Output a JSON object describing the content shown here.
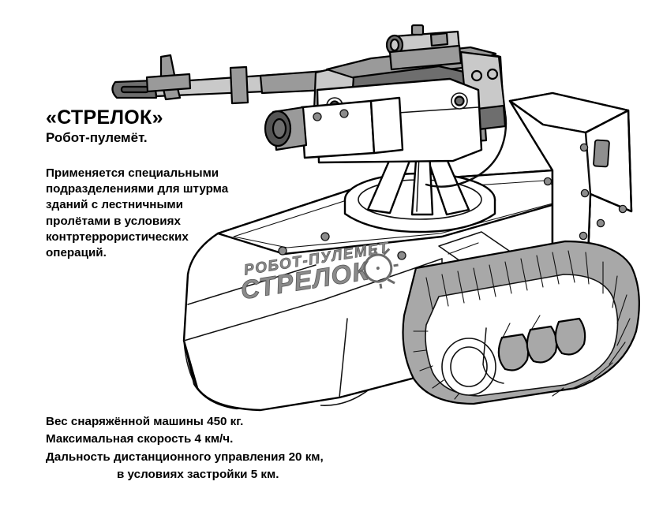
{
  "document": {
    "language": "ru",
    "background_color": "#ffffff",
    "kind": "technical-illustration"
  },
  "title_block": {
    "title": "«СТРЕЛОК»",
    "subtitle": "Робот-пулемёт."
  },
  "description": {
    "lines": [
      "Применяется специальными",
      "подразделениями для штурма",
      "зданий с лестничными",
      "пролётами в условиях",
      "контртеррористических",
      "операций."
    ]
  },
  "specifications": {
    "lines": [
      "Вес снаряжённой машины 450 кг.",
      "Максимальная скорость 4 км/ч.",
      "Дальность дистанционного управления 20 км,",
      "в условиях застройки 5 км."
    ],
    "weight_kg": "450",
    "max_speed_kmh": "4",
    "control_range_km": "20",
    "control_range_urban_km": "5"
  },
  "illustration": {
    "name": "robot-machine-gun-strelok",
    "hull_decal": {
      "line1": "РОБОТ-ПУЛЕМЕТ",
      "line2": "СТРЕЛОК",
      "emblem": "crosshair-reticle"
    },
    "parts": [
      "machine-gun",
      "barrel",
      "muzzle-device",
      "front-sight-post",
      "gas-block",
      "receiver",
      "optical-scope",
      "mounting-plate",
      "camera-module",
      "cable",
      "turret-pedestal",
      "turret-base-plate",
      "hull",
      "rear-equipment-box",
      "vent-panel",
      "left-track",
      "right-track",
      "road-wheels",
      "drive-sprocket"
    ],
    "palette": {
      "outline": "#000000",
      "line": "#1a1a1a",
      "body_fill": "#ffffff",
      "metal_light": "#c9c9c9",
      "metal_mid": "#9a9a9a",
      "metal_dark": "#6e6e6e",
      "lens_dark": "#545454",
      "track_gray": "#a8a8a8",
      "panel_gray": "#8f8f8f",
      "decal_gray": "#8a8a8a"
    }
  }
}
